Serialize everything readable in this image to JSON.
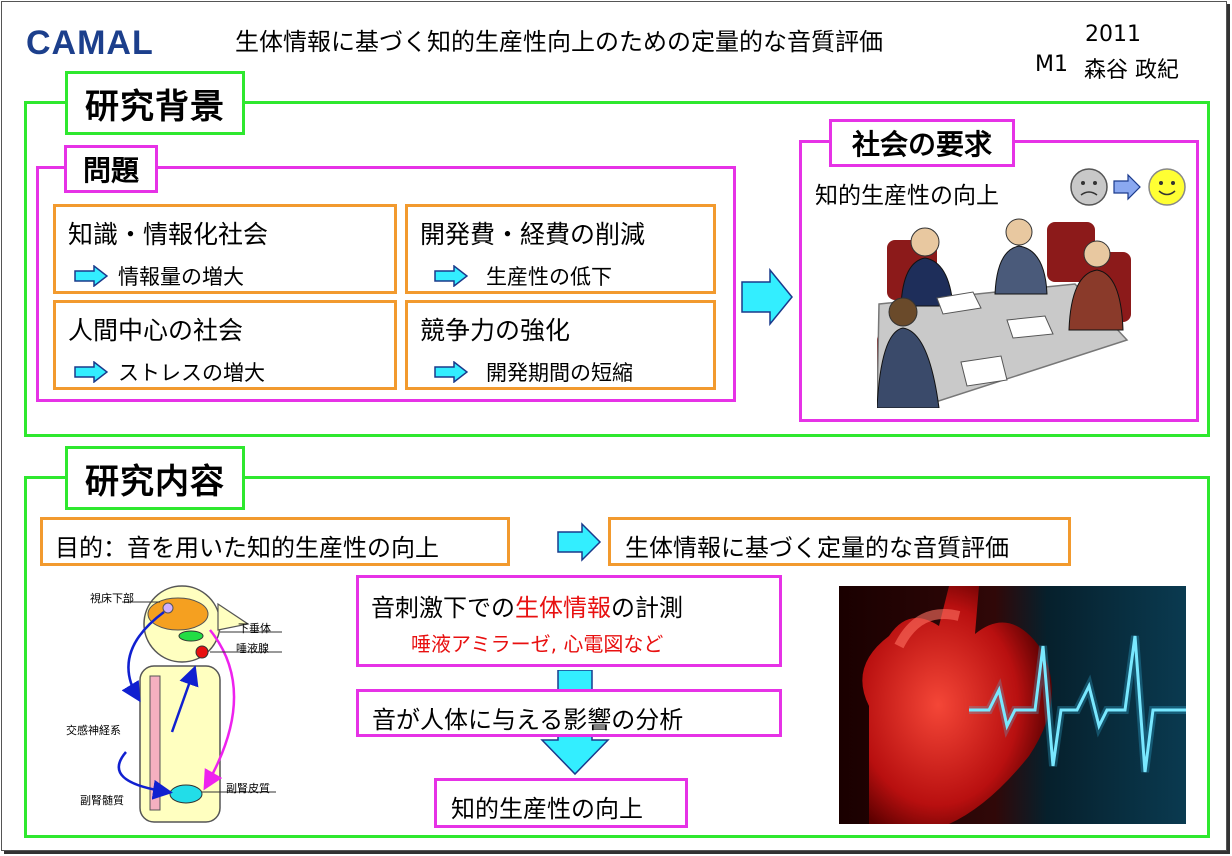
{
  "header": {
    "logo_text": "CAMAL",
    "title": "生体情報に基づく知的生産性向上のための定量的な音質評価",
    "year": "2011",
    "grade": "M1",
    "author": "森谷 政紀"
  },
  "background": {
    "title": "研究背景",
    "problem": {
      "title": "問題",
      "cells": [
        {
          "title": "知識・情報化社会",
          "sub": "情報量の増大"
        },
        {
          "title": "開発費・経費の削減",
          "sub": "生産性の低下"
        },
        {
          "title": "人間中心の社会",
          "sub": "ストレスの増大"
        },
        {
          "title": "競争力の強化",
          "sub": "開発期間の短縮"
        }
      ]
    },
    "demand": {
      "title": "社会の要求",
      "text": "知的生産性の向上"
    }
  },
  "content": {
    "title": "研究内容",
    "purpose": "目的：音を用いた知的生産性の向上",
    "method": "生体情報に基づく定量的な音質評価",
    "step1_a": "音刺激下での",
    "step1_red": "生体情報",
    "step1_b": "の計測",
    "step1_sub": "唾液アミラーゼ, 心電図など",
    "step2": "音が人体に与える影響の分析",
    "step3": "知的生産性の向上",
    "diagram": {
      "hypothalamus": "視床下部",
      "pituitary": "下垂体",
      "salivary": "唾液腺",
      "sympathetic": "交感神経系",
      "medulla": "副腎髄質",
      "cortex": "副腎皮質"
    }
  },
  "colors": {
    "green_frame": "#2ee82e",
    "magenta_frame": "#e632e6",
    "orange_frame": "#f29a2e",
    "arrow_cyan": "#33eeff",
    "red_text": "#e81010"
  }
}
